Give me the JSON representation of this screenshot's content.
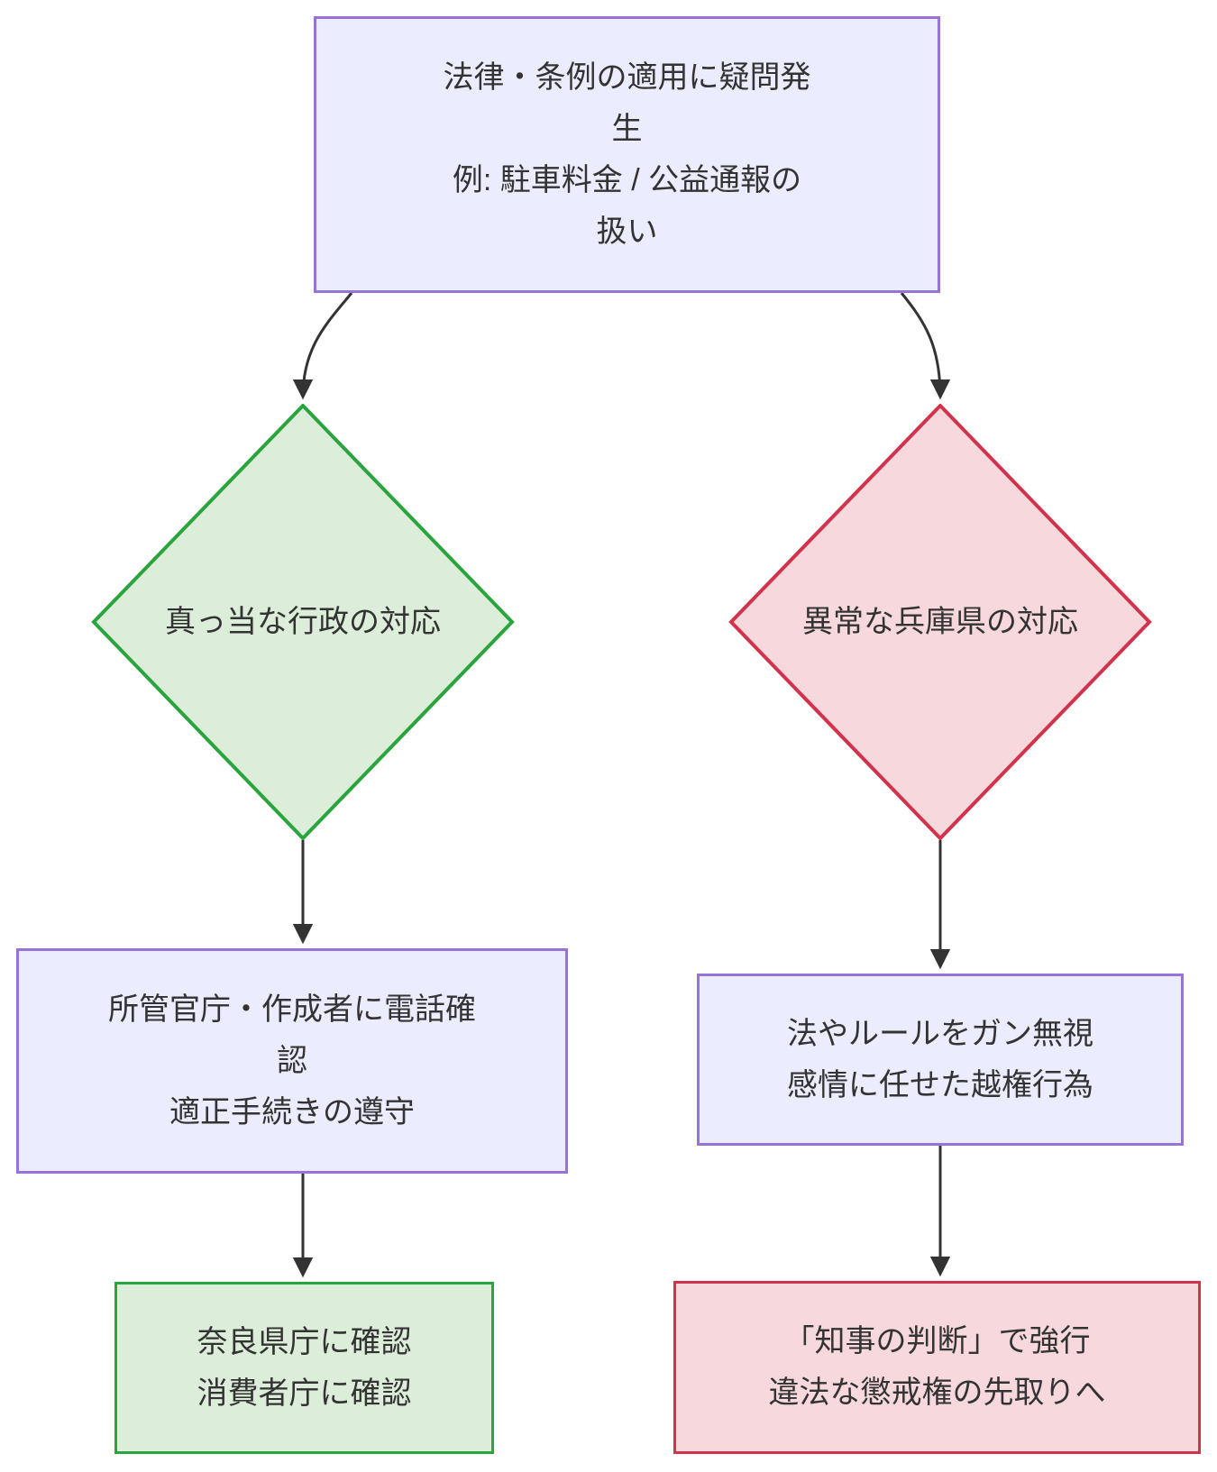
{
  "diagram": {
    "type": "flowchart",
    "direction": "top-down",
    "background": "#FFFFFF",
    "colors": {
      "neutral_fill": "#ECECFF",
      "neutral_border": "#9673D6",
      "good_fill": "#DCEEDA",
      "good_border": "#2AA43C",
      "bad_fill": "#F7D9DD",
      "bad_border": "#D2334C",
      "arrow": "#333333",
      "text": "#333333"
    },
    "nodes": {
      "start": {
        "shape": "rectangle",
        "status": "neutral",
        "lines": [
          "法律・条例の適用に疑問発",
          "生",
          "例: 駐車料金 / 公益通報の",
          "扱い"
        ]
      },
      "decision_good": {
        "shape": "diamond",
        "status": "good",
        "lines": [
          "真っ当な行政の対応"
        ]
      },
      "decision_bad": {
        "shape": "diamond",
        "status": "bad",
        "lines": [
          "異常な兵庫県の対応"
        ]
      },
      "action_good": {
        "shape": "rectangle",
        "status": "neutral",
        "lines": [
          "所管官庁・作成者に電話確",
          "認",
          "適正手続きの遵守"
        ]
      },
      "action_bad": {
        "shape": "rectangle",
        "status": "neutral",
        "lines": [
          "法やルールをガン無視",
          "感情に任せた越権行為"
        ]
      },
      "result_good": {
        "shape": "rectangle",
        "status": "good",
        "lines": [
          "奈良県庁に確認",
          "消費者庁に確認"
        ]
      },
      "result_bad": {
        "shape": "rectangle",
        "status": "bad",
        "lines": [
          "「知事の判断」で強行",
          "違法な懲戒権の先取りへ"
        ]
      }
    },
    "edges": [
      {
        "from": "start",
        "to": "decision_good",
        "label": ""
      },
      {
        "from": "start",
        "to": "decision_bad",
        "label": ""
      },
      {
        "from": "decision_good",
        "to": "action_good",
        "label": ""
      },
      {
        "from": "decision_bad",
        "to": "action_bad",
        "label": ""
      },
      {
        "from": "action_good",
        "to": "result_good",
        "label": ""
      },
      {
        "from": "action_bad",
        "to": "result_bad",
        "label": ""
      }
    ]
  }
}
